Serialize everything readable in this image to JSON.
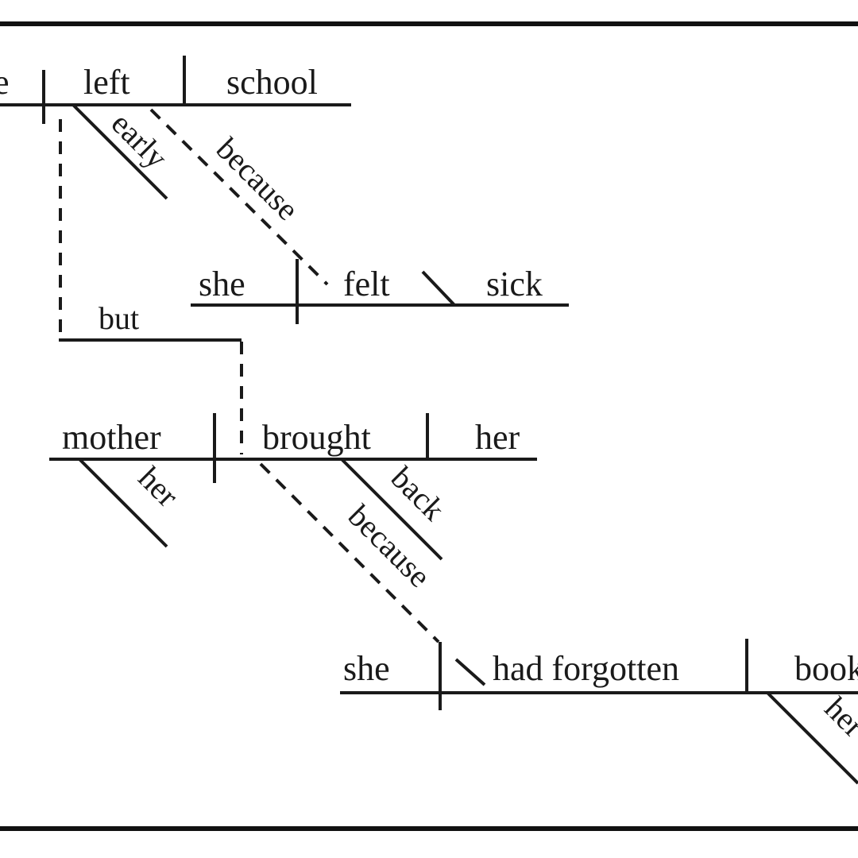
{
  "clause1": {
    "subject": "e",
    "verb": "left",
    "object": "school",
    "modifier": "early",
    "connector": "because"
  },
  "clause2": {
    "subject": "she",
    "verb": "felt",
    "complement": "sick"
  },
  "conjunction": "but",
  "clause3": {
    "subject": "mother",
    "subject_modifier": "her",
    "verb": "brought",
    "object": "her",
    "modifier": "back",
    "connector": "because"
  },
  "clause4": {
    "subject": "she",
    "verb": "had forgotten",
    "object": "book",
    "object_modifier": "her"
  }
}
